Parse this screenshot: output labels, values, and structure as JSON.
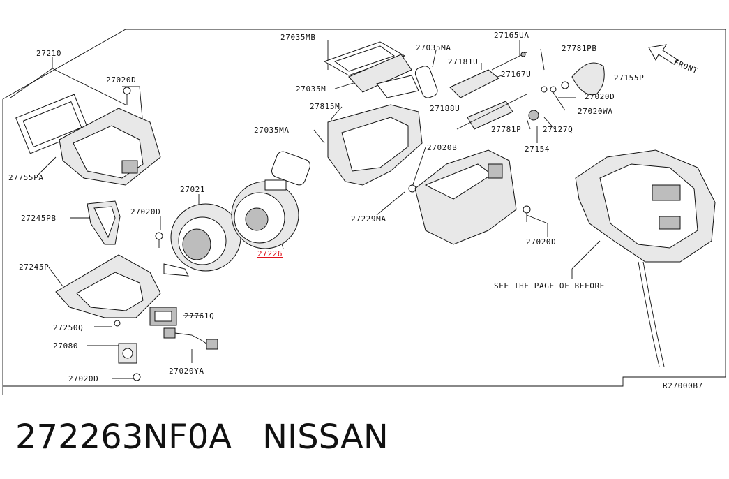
{
  "diagram": {
    "parts": [
      {
        "id": "p1",
        "label": "27035MB"
      },
      {
        "id": "p2",
        "label": "27035MA"
      },
      {
        "id": "p3",
        "label": "27165UA"
      },
      {
        "id": "p4",
        "label": "27781PB"
      },
      {
        "id": "p5",
        "label": "27210"
      },
      {
        "id": "p6",
        "label": "27181U"
      },
      {
        "id": "p7",
        "label": "27167U"
      },
      {
        "id": "p8",
        "label": "27155P"
      },
      {
        "id": "p9",
        "label": "27020D"
      },
      {
        "id": "p10",
        "label": "27035M"
      },
      {
        "id": "p11",
        "label": "27020D"
      },
      {
        "id": "p12",
        "label": "27815M"
      },
      {
        "id": "p13",
        "label": "27188U"
      },
      {
        "id": "p14",
        "label": "27020WA"
      },
      {
        "id": "p15",
        "label": "27781P"
      },
      {
        "id": "p16",
        "label": "27127Q"
      },
      {
        "id": "p17",
        "label": "27035MA"
      },
      {
        "id": "p18",
        "label": "27020B"
      },
      {
        "id": "p19",
        "label": "27154"
      },
      {
        "id": "p20",
        "label": "27755PA"
      },
      {
        "id": "p21",
        "label": "27021"
      },
      {
        "id": "p22",
        "label": "27229MA"
      },
      {
        "id": "p23",
        "label": "27245PB"
      },
      {
        "id": "p24",
        "label": "27020D"
      },
      {
        "id": "p25",
        "label": "27020D"
      },
      {
        "id": "p26",
        "label": "27226"
      },
      {
        "id": "p27",
        "label": "27245P"
      },
      {
        "id": "p28",
        "label": "27761Q"
      },
      {
        "id": "p29",
        "label": "27250Q"
      },
      {
        "id": "p30",
        "label": "27080"
      },
      {
        "id": "p31",
        "label": "27020YA"
      },
      {
        "id": "p32",
        "label": "27020D"
      }
    ],
    "front_label": "FRONT",
    "note": "SEE THE PAGE OF BEFORE",
    "ref_code": "R27000B7",
    "highlight_color": "#e0101a"
  },
  "caption": {
    "part_number": "272263NF0A",
    "brand": "NISSAN"
  }
}
